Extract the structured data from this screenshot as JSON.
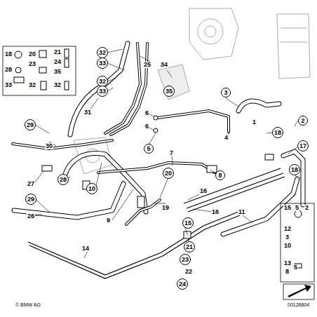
{
  "diagram": {
    "nodes": [
      {
        "text": [
          "32"
        ]
      },
      {
        "text": [
          "33"
        ]
      },
      {
        "text": [
          "32"
        ]
      },
      {
        "text": [
          "33"
        ]
      },
      {
        "text": [
          "35"
        ]
      },
      {
        "text": [
          "3"
        ]
      },
      {
        "text": [
          "2"
        ]
      },
      {
        "text": [
          "29"
        ]
      },
      {
        "text": [
          "18"
        ]
      },
      {
        "text": [
          "5"
        ]
      },
      {
        "text": [
          "17"
        ]
      },
      {
        "text": [
          "20"
        ]
      },
      {
        "text": [
          "8"
        ]
      },
      {
        "text": [
          "28"
        ]
      },
      {
        "text": [
          "10"
        ]
      },
      {
        "text": [
          "18"
        ]
      },
      {
        "text": [
          "29"
        ]
      },
      {
        "text": [
          "15"
        ]
      },
      {
        "text": [
          "21"
        ]
      },
      {
        "text": [
          "23"
        ]
      },
      {
        "text": [
          "24"
        ]
      }
    ],
    "labels": [
      "18",
      "20",
      "21",
      "28",
      "23",
      "24",
      "35",
      "33",
      "32",
      "32",
      "25",
      "34",
      "6",
      "6",
      "1",
      "31",
      "30",
      "4",
      "7",
      "27",
      "16",
      "19",
      "16",
      "11",
      "26",
      "9",
      "14",
      "22",
      "15",
      "5",
      "2",
      "12",
      "3",
      "10",
      "13",
      "5",
      "8",
      "© BMW AG",
      "00126604"
    ]
  }
}
